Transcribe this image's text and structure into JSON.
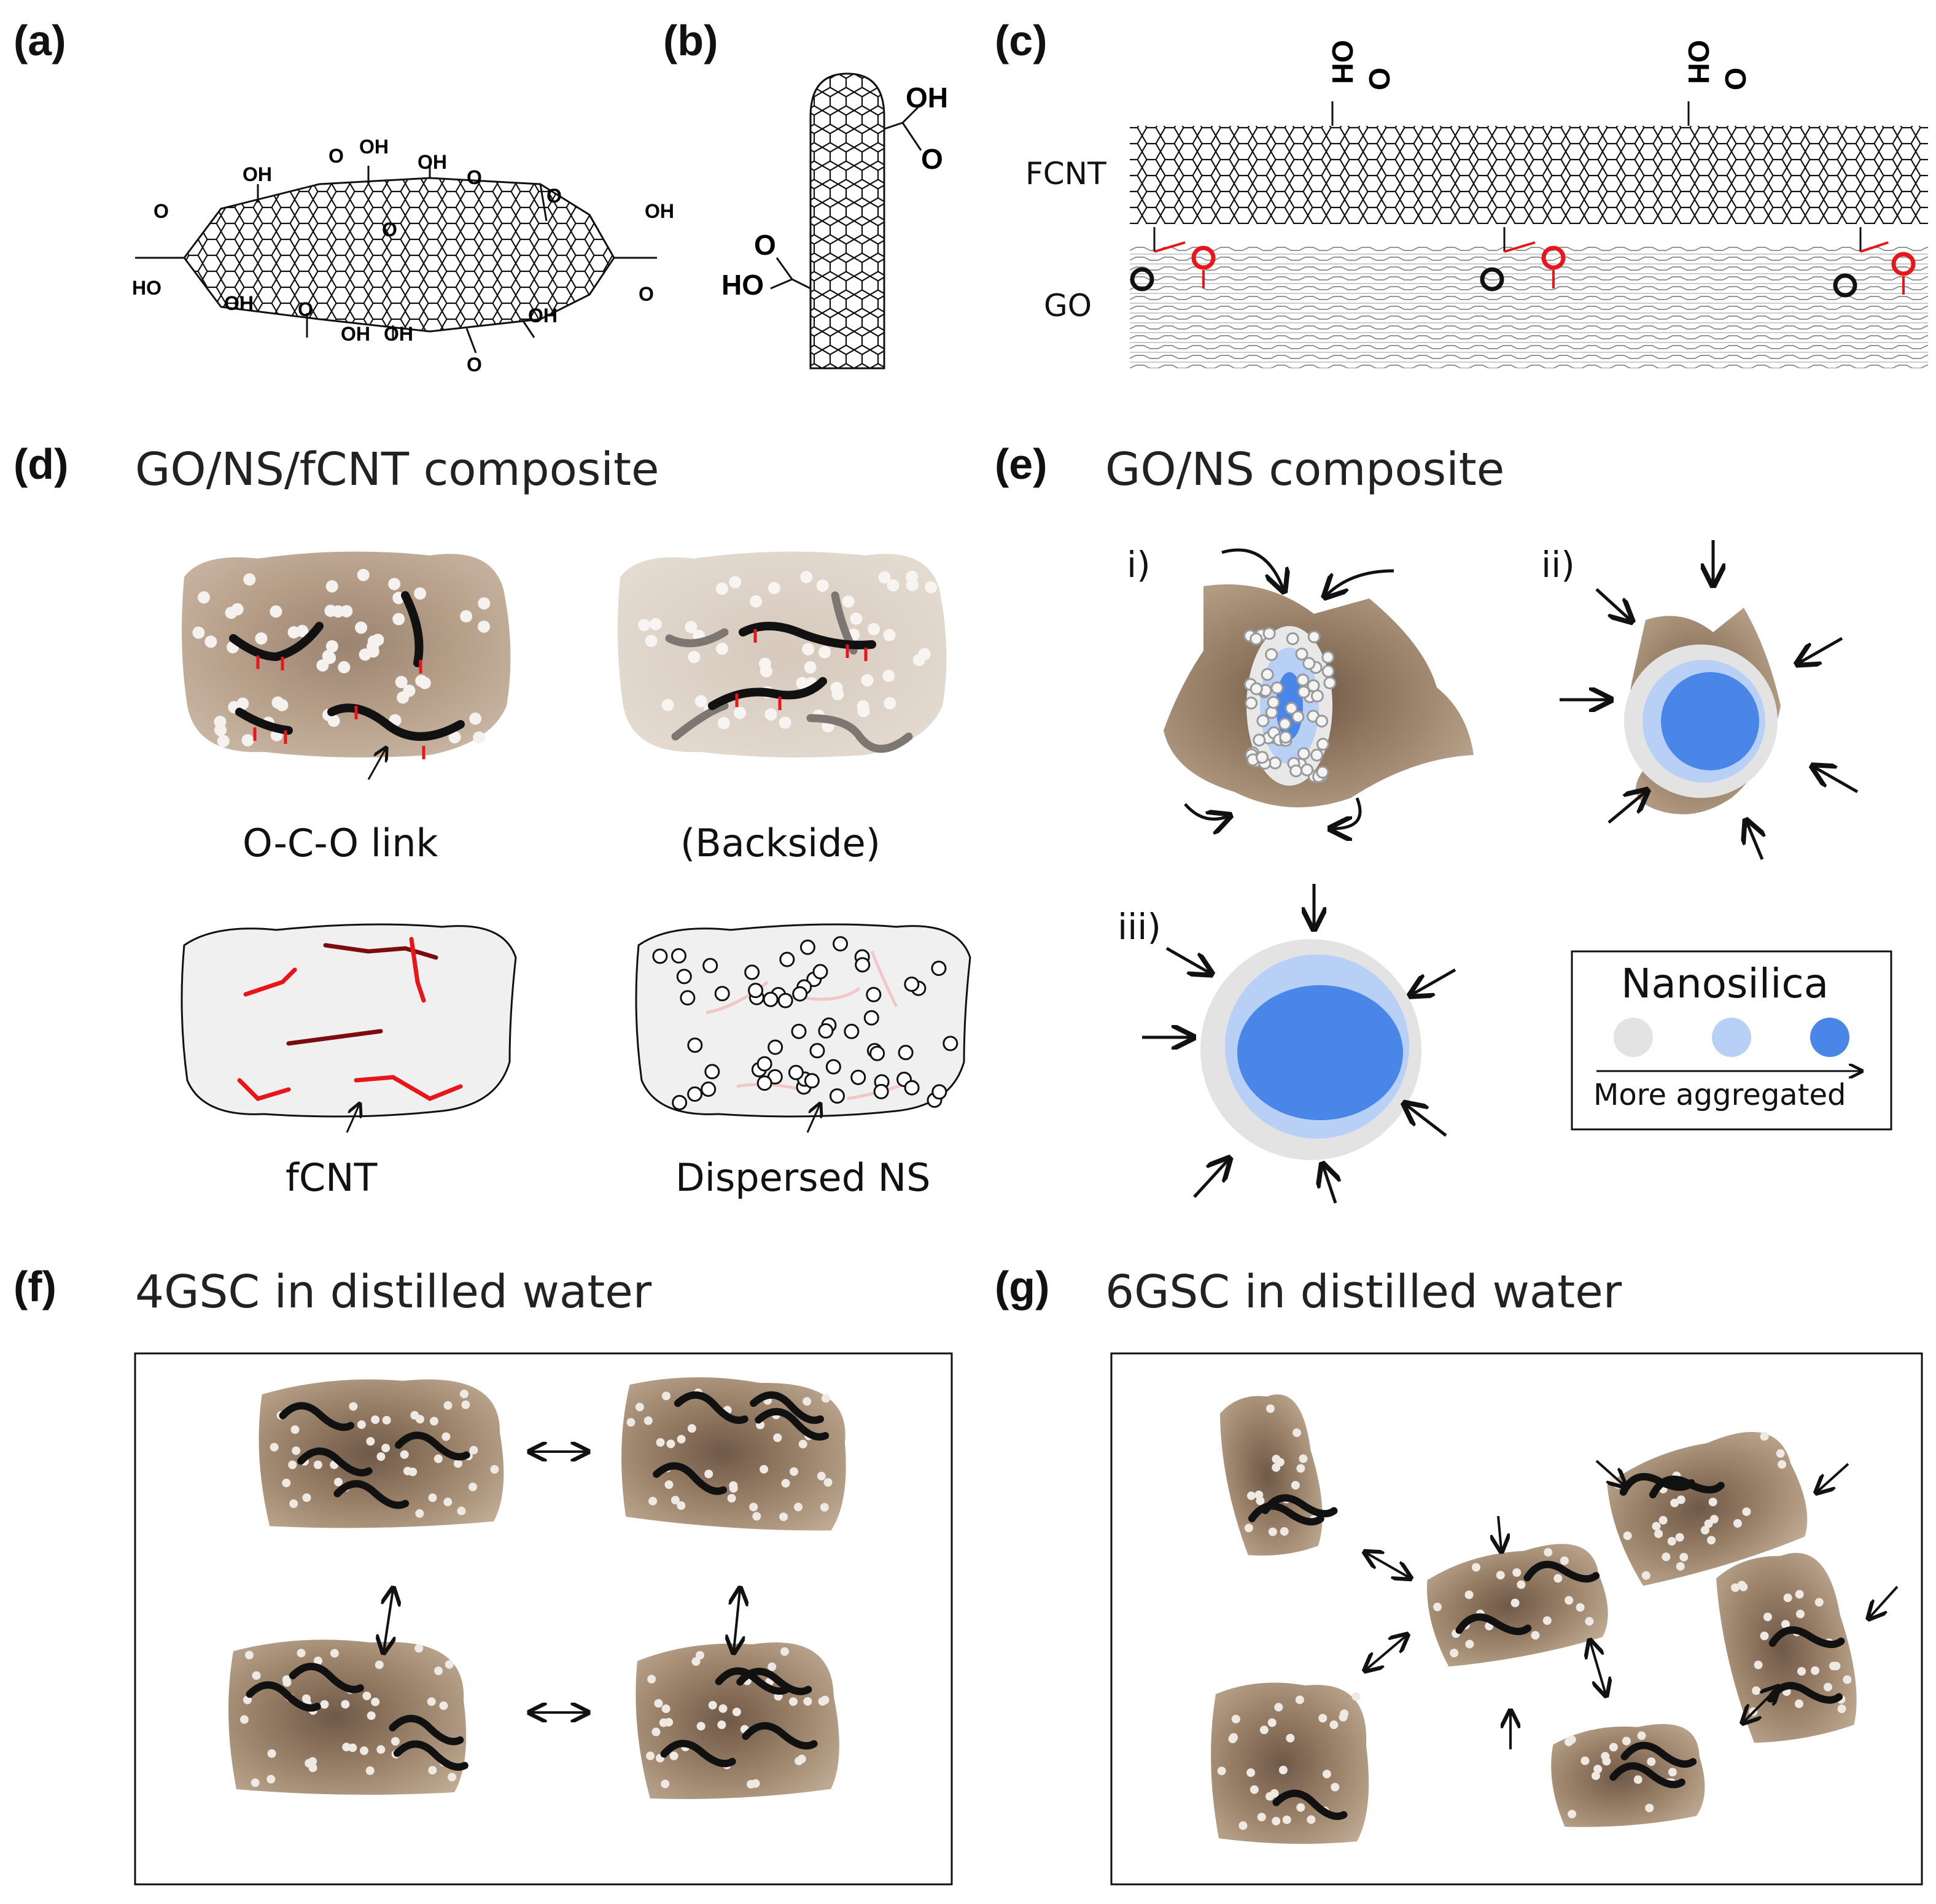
{
  "panels": {
    "a": {
      "letter": "(a)",
      "groups": {
        "oh": "OH",
        "ho": "HO",
        "o": "O"
      }
    },
    "b": {
      "letter": "(b)",
      "groups": {
        "oh": "OH",
        "ho": "HO",
        "o": "O"
      }
    },
    "c": {
      "letter": "(c)",
      "fcnt_label": "FCNT",
      "go_label": "GO",
      "groups": {
        "oh": "OH",
        "o": "O"
      }
    },
    "d": {
      "letter": "(d)",
      "title": "GO/NS/fCNT composite",
      "link_label": "O-C-O link",
      "backside_label": "(Backside)",
      "fcnt_label": "fCNT",
      "ns_label": "Dispersed NS"
    },
    "e": {
      "letter": "(e)",
      "title": "GO/NS composite",
      "stages": [
        "i)",
        "ii)",
        "iii)"
      ],
      "legend": {
        "title": "Nanosilica",
        "caption": "More aggregated",
        "colors": [
          "#e3e3e3",
          "#b9d0f6",
          "#4a86e8"
        ]
      }
    },
    "f": {
      "letter": "(f)",
      "title": "4GSC in distilled water"
    },
    "g": {
      "letter": "(g)",
      "title": "6GSC in distilled water"
    }
  },
  "colors": {
    "sheet": "#a89077",
    "sheet_dark": "#6e5a48",
    "link_red": "#e8161b",
    "fcnt_dark": "#7b0d10",
    "aggregate_blue": "#4a86e8"
  }
}
